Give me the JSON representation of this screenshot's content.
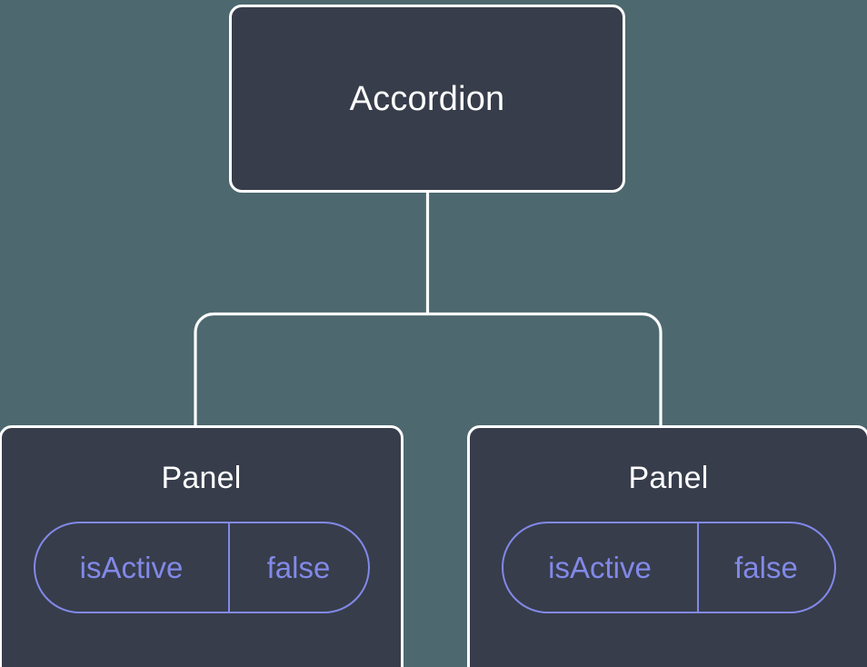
{
  "diagram": {
    "type": "component-tree",
    "background_color": "#4d686f",
    "node_fill_color": "#373d4b",
    "node_border_color": "#ffffff",
    "edge_color": "#ffffff",
    "state_accent_color": "#8289e8",
    "root": {
      "id": "accordion",
      "label": "Accordion"
    },
    "children": [
      {
        "id": "panel-1",
        "label": "Panel",
        "state": {
          "key": "isActive",
          "value": "false"
        }
      },
      {
        "id": "panel-2",
        "label": "Panel",
        "state": {
          "key": "isActive",
          "value": "false"
        }
      }
    ]
  }
}
